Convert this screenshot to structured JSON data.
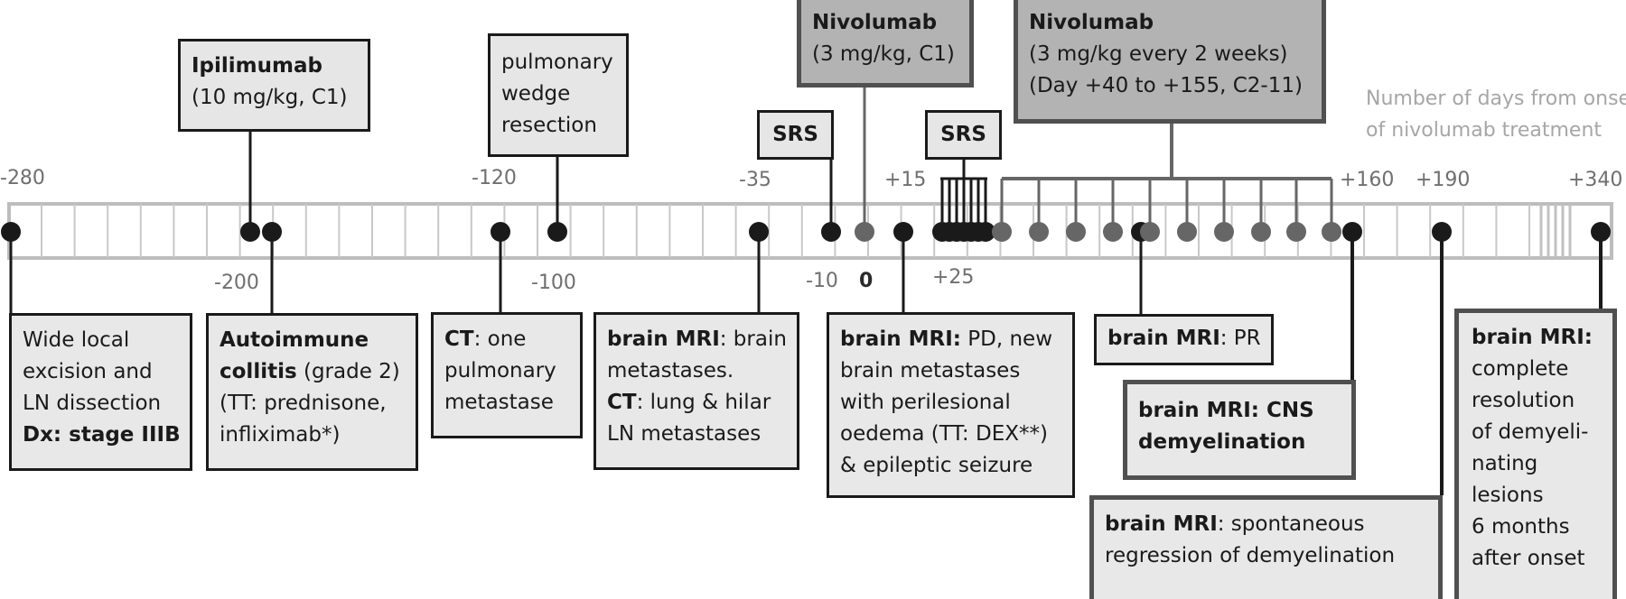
{
  "axis_note": [
    "Number of days from onset",
    "of nivolumab treatment"
  ],
  "ticks_top": [
    "-280",
    "-120",
    "-35",
    "+15",
    "+160",
    "+190",
    "+340"
  ],
  "ticks_bottom": [
    "-200",
    "-100",
    "-10",
    "0",
    "+25"
  ],
  "boxes": {
    "ipilimumab": {
      "title": "Ipilimumab",
      "dose": "(10 mg/kg, C1)"
    },
    "wedge": {
      "l1": "pulmonary",
      "l2": "wedge",
      "l3": "resection"
    },
    "srs1": {
      "label": "SRS"
    },
    "nivo1": {
      "title": "Nivolumab",
      "dose": "(3 mg/kg, C1)"
    },
    "srs2": {
      "label": "SRS"
    },
    "nivo2": {
      "title": "Nivolumab",
      "dose": "(3 mg/kg every 2 weeks)",
      "range": "(Day +40 to +155, C2-11)"
    },
    "excision": {
      "l1": "Wide local",
      "l2": "excision and",
      "l3": "LN dissection",
      "l4": "Dx: stage IIIB"
    },
    "colitis": {
      "l1a": "Autoimmune",
      "l2a": "collitis",
      "l2b": " (grade 2)",
      "l3": "(TT: prednisone,",
      "l4": "infliximab*)"
    },
    "ct": {
      "l1a": "CT",
      "l1b": ": one",
      "l2": "pulmonary",
      "l3": "metastase"
    },
    "mri1": {
      "l1a": "brain MRI",
      "l1b": ": brain",
      "l2": "metastases.",
      "l3a": "CT",
      "l3b": ": lung & hilar",
      "l4": "LN metastases"
    },
    "mri2": {
      "l1a": "brain MRI:",
      "l1b": " PD, new",
      "l2": "brain metastases",
      "l3": "with perilesional",
      "l4": "oedema (TT: DEX**)",
      "l5": "& epileptic seizure"
    },
    "mri_pr": {
      "l1a": "brain MRI",
      "l1b": ": PR"
    },
    "cns": {
      "l1": "brain MRI: CNS",
      "l2": "demyelination"
    },
    "regress": {
      "l1a": "brain MRI",
      "l1b": ": spontaneous",
      "l2": "regression of demyelination"
    },
    "complete": {
      "l1": "brain MRI:",
      "l2": "complete",
      "l3": "resolution",
      "l4": "of demyeli-",
      "l5": "nating",
      "l6": "lesions",
      "l7": "6 months",
      "l8": "after onset"
    }
  }
}
